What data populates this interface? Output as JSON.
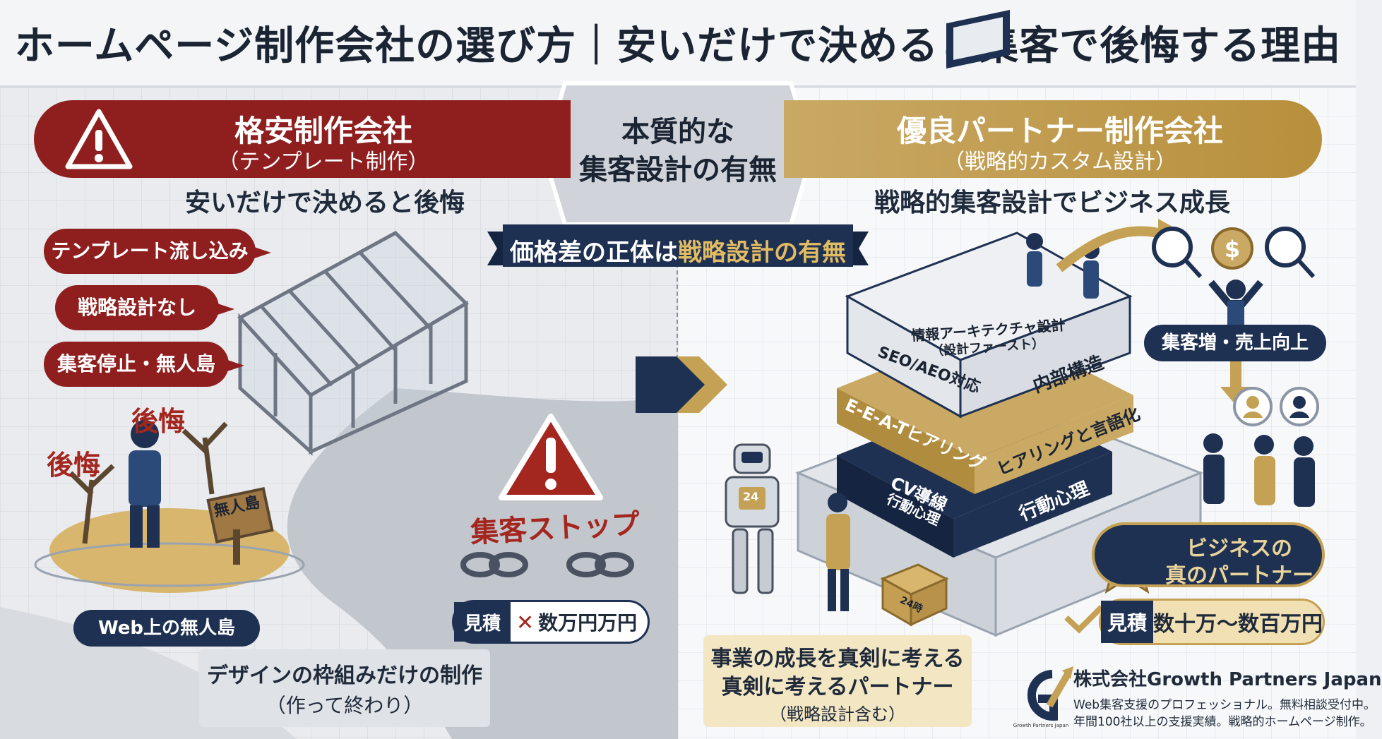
{
  "title": "ホームページ制作会社の選び方｜安いだけで決めると集客で後悔する理由",
  "left": {
    "banner_title": "格安制作会社",
    "banner_sub": "（テンプレート制作）",
    "subtitle": "安いだけで決めると後悔",
    "bubbles": [
      "テンプレート流し込み",
      "戦略設計なし",
      "集客停止・無人島"
    ],
    "regret": "後悔",
    "sign": "無人島",
    "island_label": "Web上の無人島",
    "stop_label": "集客ストップ",
    "estimate_label": "見積",
    "estimate_value": "数万円万円",
    "design_only_line1": "デザインの枠組みだけの制作",
    "design_only_line2": "（作って終わり）"
  },
  "center": {
    "line1": "本質的な",
    "line2": "集客設計の有無",
    "ribbon_pre": "価格差の正体は",
    "ribbon_highlight": "戦略設計の有無"
  },
  "right": {
    "banner_title": "優良パートナー制作会社",
    "banner_sub": "（戦略的カスタム設計）",
    "subtitle": "戦略的集客設計でビジネス成長",
    "stack": {
      "top_title": "情報アーキテクチャ設計",
      "top_sub": "（設計ファースト）",
      "seo": "SEO/AEO対応",
      "internal": "内部構造",
      "eeat": "E-E-A-Tヒアリング",
      "hearing": "ヒアリングと言語化",
      "cv": "CV導線",
      "cv_sub": "行動心理",
      "behavior": "行動心理"
    },
    "robot_badge": "24",
    "box_label": "24時",
    "sales_up": "集客増・売上向上",
    "partner_line1": "ビジネスの",
    "partner_line2": "真のパートナー",
    "estimate_label": "見積",
    "estimate_value": "数十万〜数百万円",
    "serious_line1": "事業の成長を真剣に考える",
    "serious_line2": "真剣に考えるパートナー",
    "serious_line3": "（戦略設計含む）"
  },
  "company": {
    "name": "株式会社Growth Partners Japan",
    "desc1": "Web集客支援のプロフェッショナル。無料相談受付中。",
    "desc2": "年間100社以上の支援実績。戦略的ホームページ制作。",
    "logo_tag": "Growth Partners Japan"
  },
  "colors": {
    "crimson": "#8f1f1f",
    "navy": "#1f3152",
    "gold": "#c4a154"
  }
}
